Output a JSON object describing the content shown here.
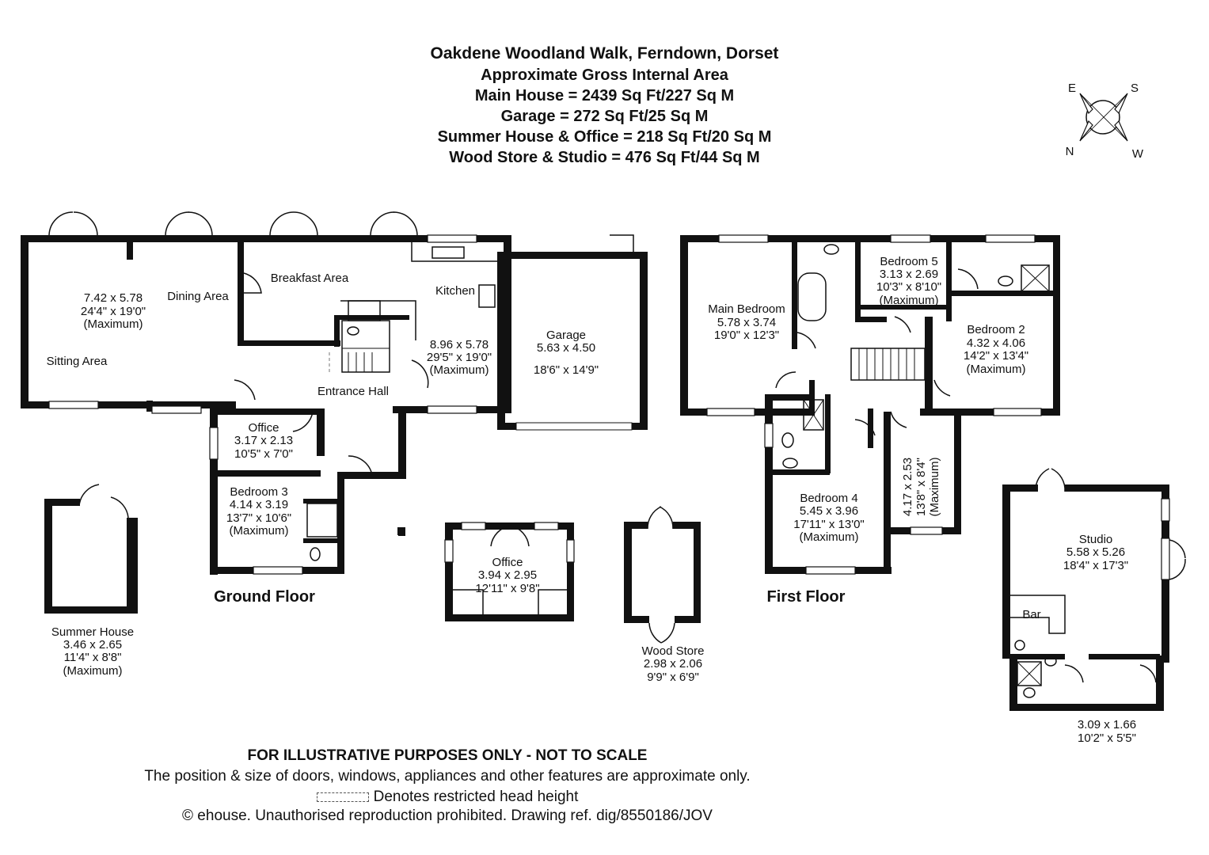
{
  "header": {
    "lines": [
      "Oakdene Woodland Walk, Ferndown, Dorset",
      "Approximate Gross Internal Area",
      "Main House = 2439 Sq Ft/227 Sq M",
      "Garage = 272 Sq Ft/25 Sq M",
      "Summer House & Office = 218 Sq Ft/20 Sq M",
      "Wood Store & Studio = 476 Sq Ft/44 Sq M"
    ]
  },
  "compass": {
    "points": [
      "E",
      "S",
      "N",
      "W"
    ]
  },
  "floors": {
    "ground": "Ground Floor",
    "first": "First Floor"
  },
  "rooms": {
    "sitting": {
      "dims": [
        "7.42 x 5.78",
        "24'4\" x 19'0\"",
        "(Maximum)"
      ],
      "name": "Sitting Area"
    },
    "dining": {
      "name": "Dining Area"
    },
    "breakfast": {
      "name": "Breakfast Area"
    },
    "kitchen": {
      "name": "Kitchen",
      "dims": [
        "8.96 x 5.78",
        "29'5\" x 19'0\"",
        "(Maximum)"
      ]
    },
    "entrance": {
      "name": "Entrance Hall"
    },
    "garage": {
      "name": "Garage",
      "dims": [
        "5.63 x 4.50",
        "18'6\" x 14'9\""
      ]
    },
    "office_main": {
      "name": "Office",
      "dims": [
        "3.17 x 2.13",
        "10'5\" x 7'0\""
      ]
    },
    "bedroom3": {
      "name": "Bedroom 3",
      "dims": [
        "4.14 x 3.19",
        "13'7\" x 10'6\"",
        "(Maximum)"
      ]
    },
    "summer_house": {
      "name": "Summer House",
      "dims": [
        "3.46 x 2.65",
        "11'4\" x 8'8\"",
        "(Maximum)"
      ]
    },
    "office_out": {
      "name": "Office",
      "dims": [
        "3.94 x 2.95",
        "12'11\" x 9'8\""
      ]
    },
    "wood_store": {
      "name": "Wood Store",
      "dims": [
        "2.98 x 2.06",
        "9'9\" x 6'9\""
      ]
    },
    "main_bedroom": {
      "name": "Main Bedroom",
      "dims": [
        "5.78 x 3.74",
        "19'0\" x 12'3\""
      ]
    },
    "bedroom5": {
      "name": "Bedroom 5",
      "dims": [
        "3.13 x 2.69",
        "10'3\" x 8'10\"",
        "(Maximum)"
      ]
    },
    "bedroom2": {
      "name": "Bedroom 2",
      "dims": [
        "4.32 x 4.06",
        "14'2\" x 13'4\"",
        "(Maximum)"
      ]
    },
    "bedroom4": {
      "name": "Bedroom 4",
      "dims": [
        "5.45 x 3.96",
        "17'11\" x 13'0\"",
        "(Maximum)"
      ]
    },
    "landing_room": {
      "dims": [
        "4.17 x 2.53",
        "13'8\" x 8'4\"",
        "(Maximum)"
      ]
    },
    "studio": {
      "name": "Studio",
      "dims": [
        "5.58 x 5.26",
        "18'4\" x 17'3\""
      ]
    },
    "bar": {
      "name": "Bar"
    },
    "studio_shower": {
      "dims": [
        "3.09 x 1.66",
        "10'2\" x 5'5\""
      ]
    }
  },
  "footer": {
    "disclaimer": "FOR ILLUSTRATIVE PURPOSES ONLY - NOT TO SCALE",
    "note": "The position & size of doors, windows, appliances and other features are approximate only.",
    "legend": "Denotes restricted head height",
    "copyright": "© ehouse. Unauthorised reproduction prohibited. Drawing ref. dig/8550186/JOV"
  }
}
